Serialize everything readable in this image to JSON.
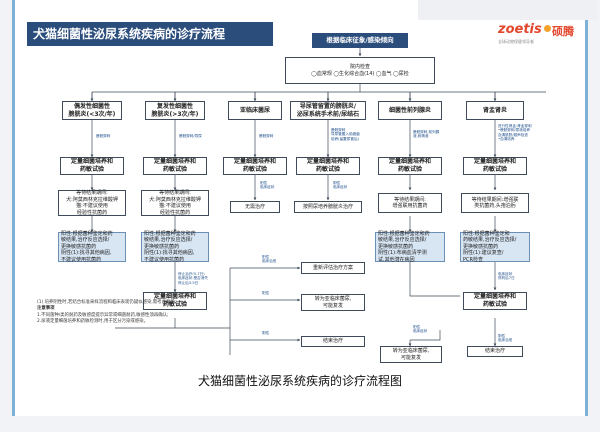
{
  "header": {
    "title": "犬猫细菌性泌尿系统疾病的诊疗流程"
  },
  "logo": {
    "brand": "zoetis",
    "brand_cn": "硕腾",
    "tagline": "全球动物保健领导者"
  },
  "nodes": {
    "root": "根据临床征象/感染倾向",
    "exam": "院内检查\n◯血常规  ◯生化综合血(14)  ◯血气  ◯尿检",
    "c1": "偶发性细菌性\n膀胱炎(<3次/年)",
    "c2": "复发性细菌性\n膀胱炎(>3次/年)",
    "c3": "亚临床菌尿",
    "c4": "导尿管留置的膀胱炎/\n泌尿系统手术前/尿结石",
    "c5": "细菌性前列腺炎",
    "c6": "肾盂肾炎",
    "cul1": "定量细菌培养和\n药敏试验",
    "cul2": "定量细菌培养和\n药敏试验",
    "cul3": "定量细菌培养和\n药敏试验",
    "cul4": "定量细菌培养和\n药敏试验",
    "cul5": "定量细菌培养和\n药敏试验",
    "cul6": "定量细菌培养和\n药敏试验",
    "wait1": "等待结果期间:\n犬:阿莫西林克拉维酸钾\n猫:不建议使用\n经验性抗菌药",
    "wait2": "等待结果期间:\n犬:阿莫西林克拉维酸钾\n猫:不建议使用\n经验性抗菌药",
    "wait5": "等待结果期间:\n增强联用抗菌药",
    "wait6": "等待结果期间:增强联\n类抗菌药,头孢泊肟",
    "notreat": "无需治疗",
    "anti4": "按照尿培养膀胱炎治疗",
    "res1": "阳性:根据菌种鉴定和药\n敏结果,治疗反应选择/\n更换敏感抗菌药\n阴性(1):找寻其他病因,\n不建议使用抗菌药",
    "res2": "阳性:根据菌种鉴定和药\n敏结果,治疗反应选择/\n更换敏感抗菌药\n阴性(1):找寻其他病因,\n不建议使用抗菌药",
    "res5": "阳性:根据菌种鉴定和药\n敏结果,治疗反应选择/\n更换敏感抗菌药\n阴性(1):布病血清学测\n试,其他潜在病因",
    "res6": "阳性:根据菌种鉴定和\n药敏结果,治疗反应选择/\n更换敏感抗菌药\n阴性(1):建议复查/\nPCR检查",
    "reeval": "重新评估治疗方案",
    "cul7": "定量细菌培养和\n药敏试验",
    "cul8": "定量细菌培养和\n药敏试验",
    "sub1": "转为亚临床菌尿,\n可能复发",
    "end1": "结束治疗",
    "sub2": "转为亚临床菌尿,\n可能复发",
    "end2": "结束治疗"
  },
  "labels": {
    "l1": "膀胱穿刺",
    "l2": "膀胱穿刺/导尿",
    "l3": "膀胱穿刺",
    "l4": "膀胱穿刺\n导尿管置入前细菌\n培养(留置尿管后)",
    "l5": "膀胱穿刺,前列腺\n液,射精液",
    "l6": "进行性肾盂:肾盂穿刺\n•膀胱穿刺/尿液培养\n血清肌酐/超声检查\n•血清培养",
    "l7": "阳性\n临床症状",
    "l8": "阴性\n临床症状",
    "l9": "停止治疗(5-7日)\n临床症状:是否消失\n停止后3-5日",
    "l10": "阳性\n临床治愈",
    "l11": "阳性",
    "l12": "阴性",
    "l13": "临床症状\n停药后7日",
    "l14": "阳性\n临床症状",
    "l15": "阴性\n临床治愈"
  },
  "notes": {
    "line1": "(1) 培养阴性时,若结合标准采样流程和临床表现仍疑似感染,需考虑复检。",
    "heading": "注意事项",
    "line2": "1.不同菌种/类的耐药及敏感度提示异常或细菌耐药,敏感性须再确认;",
    "line3": "2.尿液定量细菌培养和药敏检测时,用于区分污染或感染。"
  },
  "caption": "犬猫细菌性泌尿系统疾病的诊疗流程图"
}
